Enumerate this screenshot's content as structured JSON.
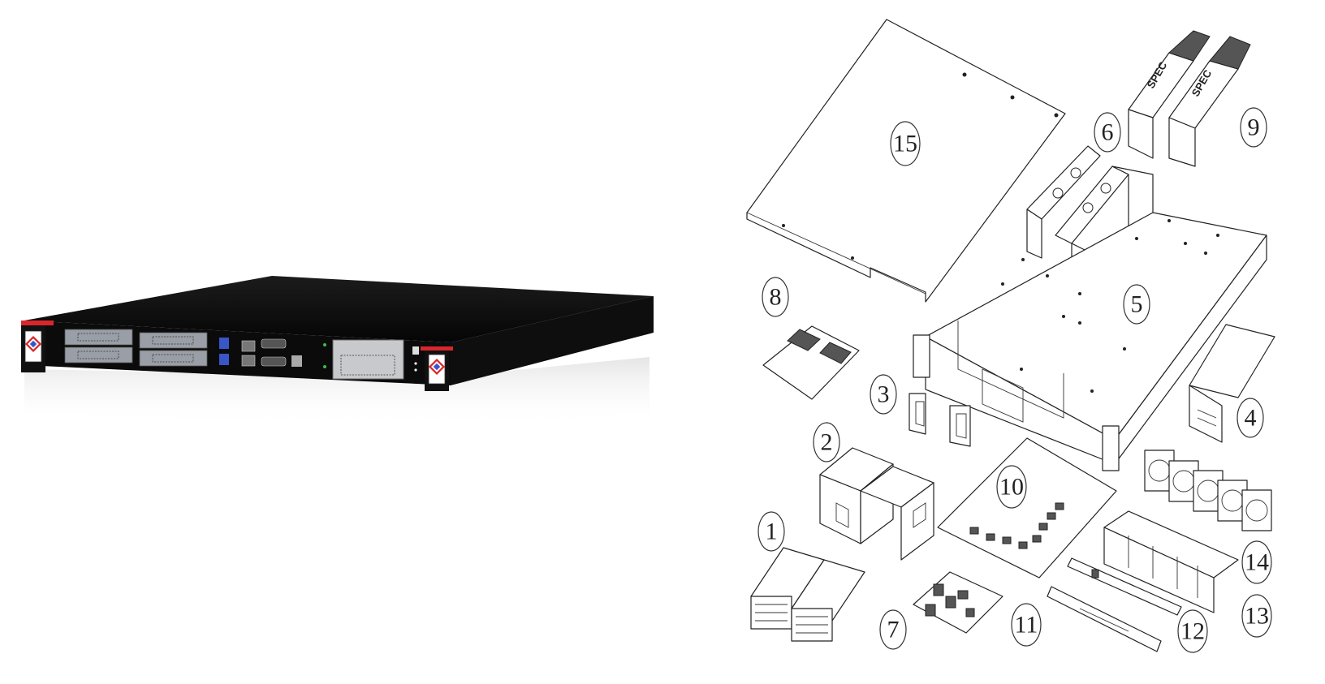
{
  "colors": {
    "chassis_body": "#0b0b0b",
    "chassis_top": "#151515",
    "drive_tray": "#9a9ea6",
    "handle_accent": "#d8262c",
    "port_blue": "#3a55c8",
    "line_art": "#222222"
  },
  "left_panel": {
    "handle_logo": "logo-icon"
  },
  "exploded_view": {
    "psu_label": "SPEC",
    "callouts": [
      "1",
      "2",
      "3",
      "4",
      "5",
      "6",
      "7",
      "8",
      "9",
      "10",
      "11",
      "12",
      "13",
      "14",
      "15"
    ]
  }
}
